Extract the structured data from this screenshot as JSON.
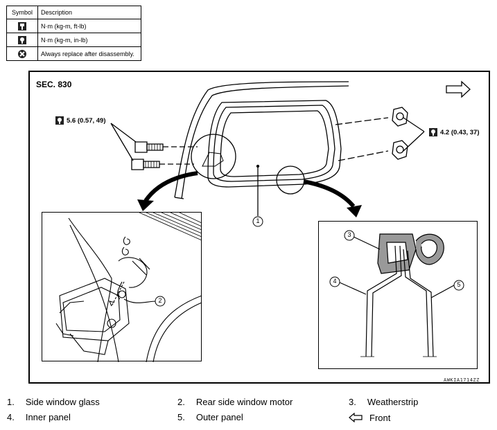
{
  "symbol_table": {
    "header": {
      "symbol": "Symbol",
      "description": "Description"
    },
    "rows": [
      {
        "icon": "torque-wrench-icon",
        "description": "N·m (kg-m, ft-lb)"
      },
      {
        "icon": "torque-wrench-small-icon",
        "description": "N·m (kg-m, in-lb)"
      },
      {
        "icon": "replace-x-icon",
        "description": "Always replace after disassembly."
      }
    ]
  },
  "diagram": {
    "section": "SEC. 830",
    "torque_left": "5.6 (0.57, 49)",
    "torque_right": "4.2 (0.43, 37)",
    "figure_code": "AWKIA1714ZZ",
    "callouts": [
      "1",
      "2",
      "3",
      "4",
      "5"
    ]
  },
  "legend": {
    "items": [
      {
        "num": "1.",
        "label": "Side window glass"
      },
      {
        "num": "2.",
        "label": "Rear side window motor"
      },
      {
        "num": "3.",
        "label": "Weatherstrip"
      },
      {
        "num": "4.",
        "label": "Inner panel"
      },
      {
        "num": "5.",
        "label": "Outer panel"
      },
      {
        "num": "",
        "label": "Front"
      }
    ]
  }
}
